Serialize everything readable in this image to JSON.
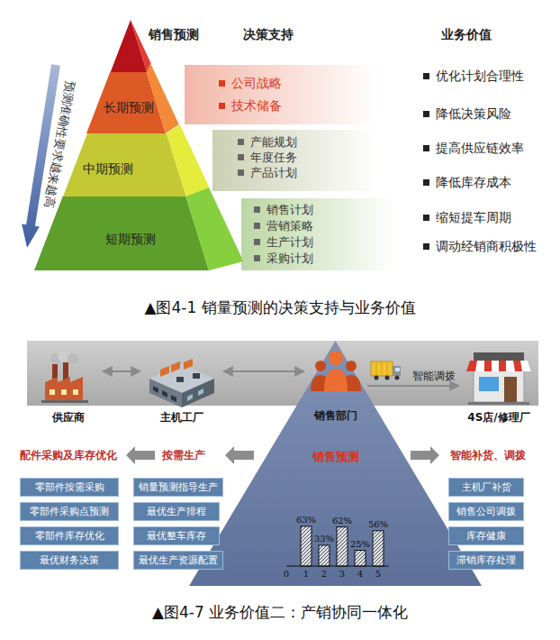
{
  "diagram": {
    "nodes": [
      {
        "text": [
          "长期预测"
        ]
      },
      {
        "text": [
          "公司战略",
          "技术储备"
        ]
      },
      {
        "text": [
          "中期预测"
        ]
      },
      {
        "text": [
          "产能规划",
          "年度任务",
          "产品计划"
        ]
      },
      {
        "text": [
          "短期预测"
        ]
      },
      {
        "text": [
          "销售计划",
          "营销策略",
          "生产计划",
          "采购计划"
        ]
      },
      {
        "text": [
          "供应商"
        ]
      },
      {
        "text": [
          "主机工厂"
        ]
      },
      {
        "text": [
          "销售部门"
        ]
      },
      {
        "text": [
          "4S店/修理厂"
        ]
      },
      {
        "text": [
          "销售预测"
        ]
      },
      {
        "text": [
          "零部件按需采购"
        ]
      },
      {
        "text": [
          "零部件采购点预测"
        ]
      },
      {
        "text": [
          "零部件库存优化"
        ]
      },
      {
        "text": [
          "最优财务决策"
        ]
      },
      {
        "text": [
          "销量预测指导生产"
        ]
      },
      {
        "text": [
          "最优生产排程"
        ]
      },
      {
        "text": [
          "最优整车库存"
        ]
      },
      {
        "text": [
          "最优生产资源配置"
        ]
      },
      {
        "text": [
          "主机厂补货"
        ]
      },
      {
        "text": [
          "销售公司调拨"
        ]
      },
      {
        "text": [
          "库存健康"
        ]
      },
      {
        "text": [
          "滞销库存处理"
        ]
      }
    ],
    "edges": [
      {
        "from": 6,
        "to": 7,
        "arrow": "both"
      },
      {
        "from": 7,
        "to": 8,
        "arrow": "both"
      },
      {
        "from": 8,
        "to": 9,
        "label": "智能调拨",
        "arrow": "to"
      }
    ],
    "labels": [
      "销售预测",
      "决策支持",
      "业务价值",
      "预测准确性要求越来越高",
      "优化计划合理性",
      "降低决策风险",
      "提高供应链效率",
      "降低库存成本",
      "缩短提车周期",
      "调动经销商积极性",
      "▲图4-1 销量预测的决策支持与业务价值",
      "配件采购及库存优化",
      "按需生产",
      "智能补货、调拨",
      "63%",
      "33%",
      "62%",
      "25%",
      "56%",
      "0",
      "1",
      "2",
      "3",
      "4",
      "5",
      "▲图4-7 业务价值二：产销协同一体化"
    ]
  }
}
